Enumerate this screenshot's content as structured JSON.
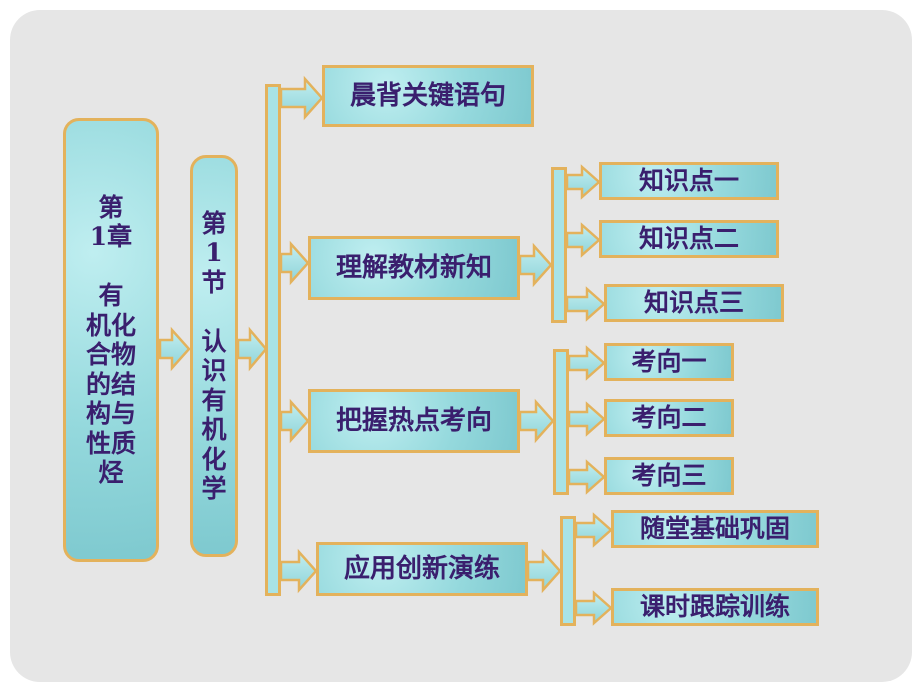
{
  "chapter": "第\n1章\n\n有\n机化\n合物\n的结\n构与\n性质\n烃",
  "section": "第\n1\n节\n\n认\n识\n有\n机\n化\n学",
  "level2": [
    "晨背关键语句",
    "理解教材新知",
    "把握热点考向",
    "应用创新演练"
  ],
  "knowledge_points": [
    "知识点一",
    "知识点二",
    "知识点三"
  ],
  "hot_topics": [
    "考向一",
    "考向二",
    "考向三"
  ],
  "practice": [
    "随堂基础巩固",
    "课时跟踪训练"
  ],
  "colors": {
    "box_fill": "#95d9dd",
    "border": "#e3b25c",
    "text": "#3a1f6e",
    "background": "#e6e6e6"
  }
}
